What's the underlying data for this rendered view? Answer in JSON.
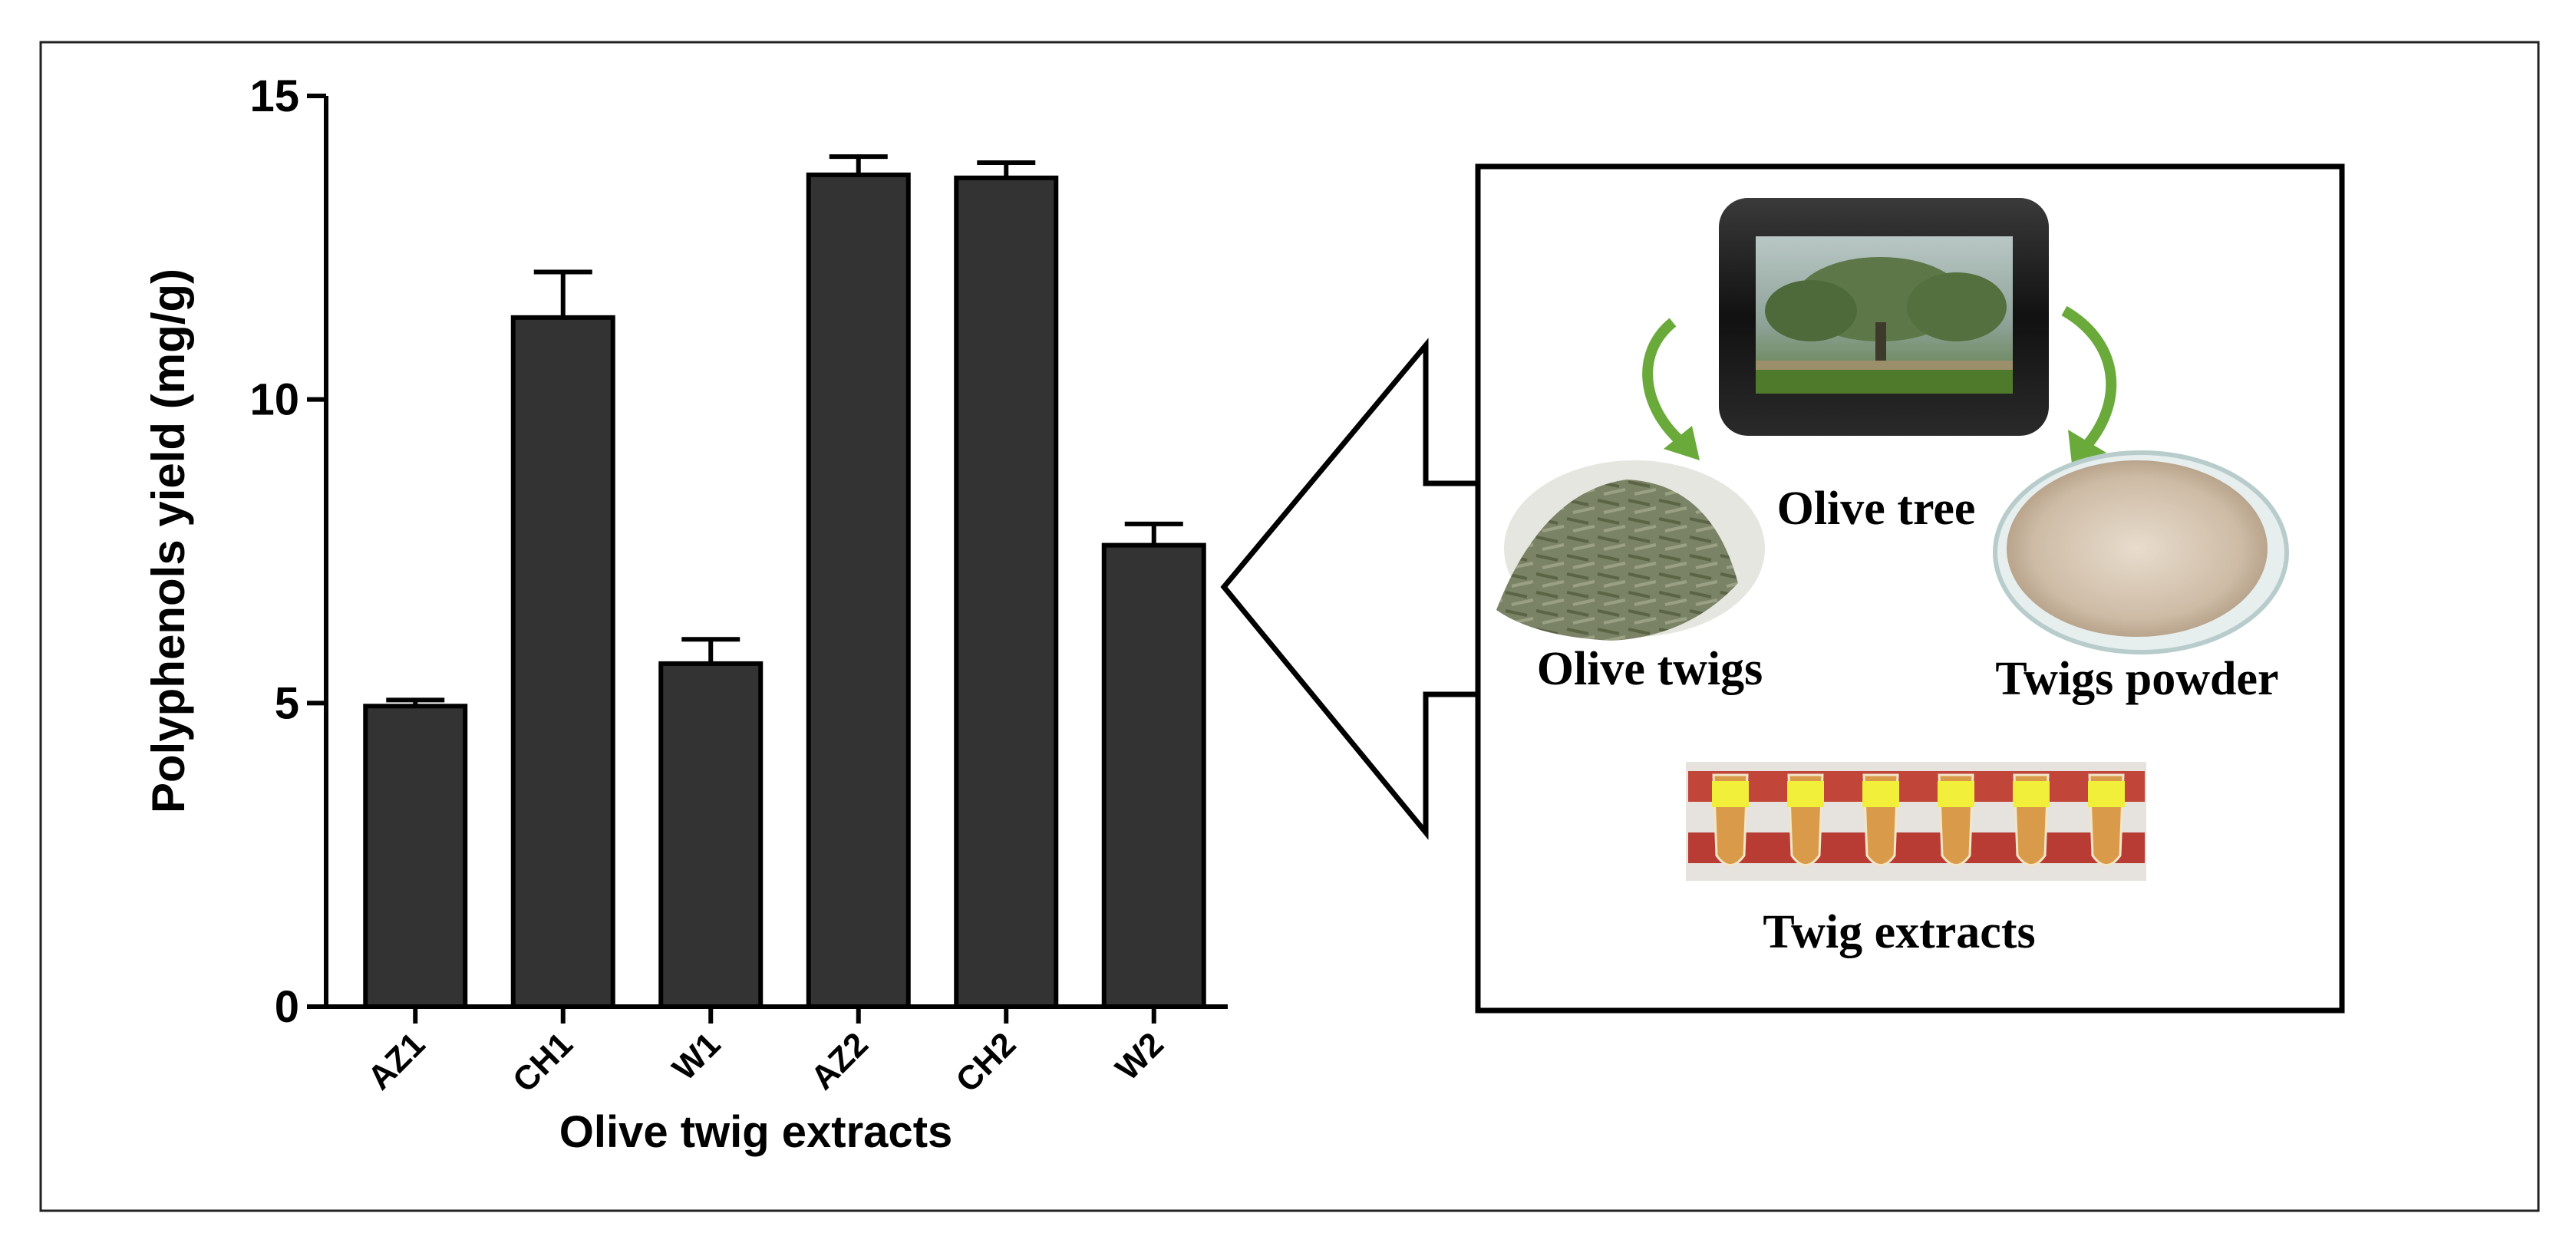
{
  "chart_data": {
    "type": "bar",
    "categories": [
      "AZ1",
      "CH1",
      "W1",
      "AZ2",
      "CH2",
      "W2"
    ],
    "values": [
      4.95,
      11.35,
      5.65,
      13.7,
      13.65,
      7.6
    ],
    "errors": [
      0.1,
      0.75,
      0.4,
      0.3,
      0.25,
      0.35
    ],
    "xlabel": "Olive twig extracts",
    "ylabel": "Polyphenols yield (mg/g)",
    "ylim": [
      0,
      15
    ],
    "yticks": [
      "0",
      "5",
      "10",
      "15"
    ],
    "bar_color": "#333333",
    "grid": false,
    "legend": "none"
  },
  "inset": {
    "olive_tree_label": "Olive tree",
    "olive_twigs_label": "Olive twigs",
    "twigs_powder_label": "Twigs powder",
    "twig_extracts_label": "Twig extracts",
    "arrow_color": "#6aaa3a"
  }
}
